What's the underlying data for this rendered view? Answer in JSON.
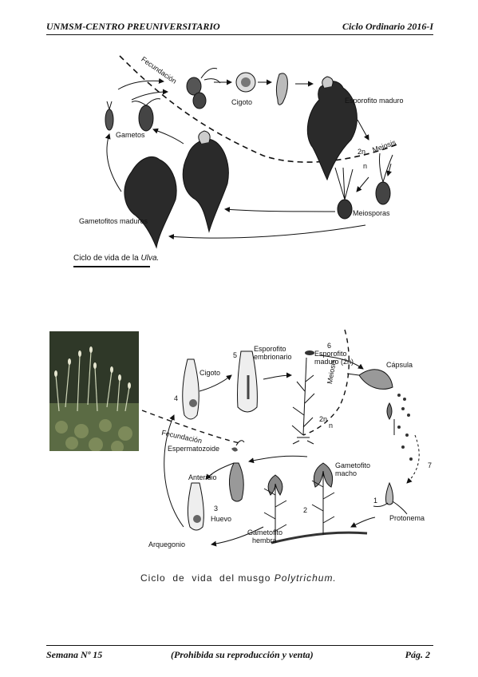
{
  "header": {
    "left": "UNMSM-CENTRO PREUNIVERSITARIO",
    "right": "Ciclo Ordinario 2016-I"
  },
  "footer": {
    "left": "Semana Nº 15",
    "center": "(Prohibida su reproducción y venta)",
    "right": "Pág. 2"
  },
  "ulva": {
    "fecundacion": "Fecundación",
    "cigoto": "Cigoto",
    "esporofito_maduro": "Esporofito maduro",
    "gametos": "Gametos",
    "meiosis": "Meiosis",
    "n2": "2n",
    "n": "n",
    "meiosporas": "Meiosporas",
    "gametofitos": "Gametofitos maduros",
    "caption_pre": "Ciclo de vida de la ",
    "caption_em": "Ulva."
  },
  "musgo": {
    "cigoto": "Cigoto",
    "num4": "4",
    "num5": "5",
    "esporofito_embrionario_1": "Esporofito",
    "esporofito_embrionario_2": "embrionario",
    "num6": "6",
    "esporofito_maduro_1": "Esporofito",
    "esporofito_maduro_2": "maduro (2n)",
    "capsula": "Cápsula",
    "meiosis": "Meiosis",
    "n2": "2n",
    "n": "n",
    "fecundacion": "Fecundación",
    "espermatozoide": "Espermatozoide",
    "anteridio": "Anteridio",
    "num3": "3",
    "huevo": "Huevo",
    "arquegonio": "Arquegonio",
    "gametofito_macho_1": "Gametofito",
    "gametofito_macho_2": "macho",
    "gametofito_hembra_1": "Gametofito",
    "gametofito_hembra_2": "hembra",
    "num2": "2",
    "num1": "1",
    "protonema": "Protonema",
    "num7": "7",
    "caption_pre": "Ciclo  de  vida  del musgo ",
    "caption_em": "Polytrichum."
  }
}
